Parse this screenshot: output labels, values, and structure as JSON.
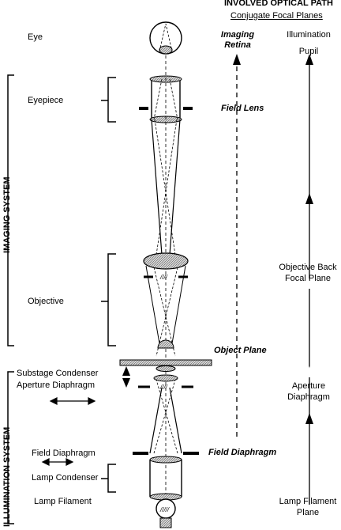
{
  "header": {
    "title": "INVOLVED OPTICAL PATH",
    "subtitle": "Conjugate Focal Planes"
  },
  "sections": {
    "imaging": "IMAGING SYSTEM",
    "illumination": "ILLUMINATION SYSTEM"
  },
  "components": {
    "eye": "Eye",
    "eyepiece": "Eyepiece",
    "objective": "Objective",
    "substage_condenser": "Substage Condenser",
    "aperture_diaphragm": "Aperture Diaphragm",
    "field_diaphragm": "Field Diaphragm",
    "lamp_condenser": "Lamp Condenser",
    "lamp_filament": "Lamp Filament"
  },
  "imaging_planes": {
    "imaging_retina_1": "Imaging",
    "imaging_retina_2": "Retina",
    "field_lens": "Field Lens",
    "object_plane": "Object Plane",
    "field_diaphragm": "Field Diaphragm"
  },
  "illumination_planes": {
    "illumination": "Illumination",
    "pupil": "Pupil",
    "objective_back_1": "Objective Back",
    "objective_back_2": "Focal Plane",
    "aperture_1": "Aperture",
    "aperture_2": "Diaphragm",
    "lamp_filament_1": "Lamp Filament",
    "lamp_filament_2": "Plane"
  }
}
